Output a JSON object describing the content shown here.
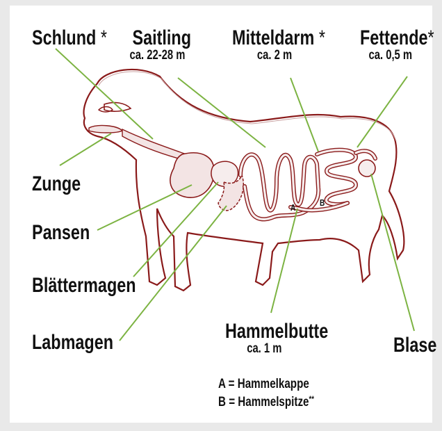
{
  "labels": {
    "schlund": "Schlund",
    "schlund_mark": "*",
    "saitling": "Saitling",
    "saitling_len": "ca. 22-28 m",
    "mitteldarm": "Mitteldarm",
    "mitteldarm_mark": "*",
    "mitteldarm_len": "ca. 2 m",
    "fettende": "Fettende",
    "fettende_mark": "*",
    "fettende_len": "ca. 0,5 m",
    "zunge": "Zunge",
    "pansen": "Pansen",
    "blaettermagen": "Blättermagen",
    "labmagen": "Labmagen",
    "hammelbutte": "Hammelbutte",
    "hammelbutte_len": "ca. 1 m",
    "blase": "Blase",
    "marker_a": "A",
    "marker_b": "B"
  },
  "legend": {
    "a": "A = Hammelkappe",
    "b": "B = Hammelspitze",
    "b_mark": "**"
  },
  "colors": {
    "leader": "#7cb342",
    "outline": "#8a1a1a",
    "organ_fill": "#f3e4e4"
  }
}
